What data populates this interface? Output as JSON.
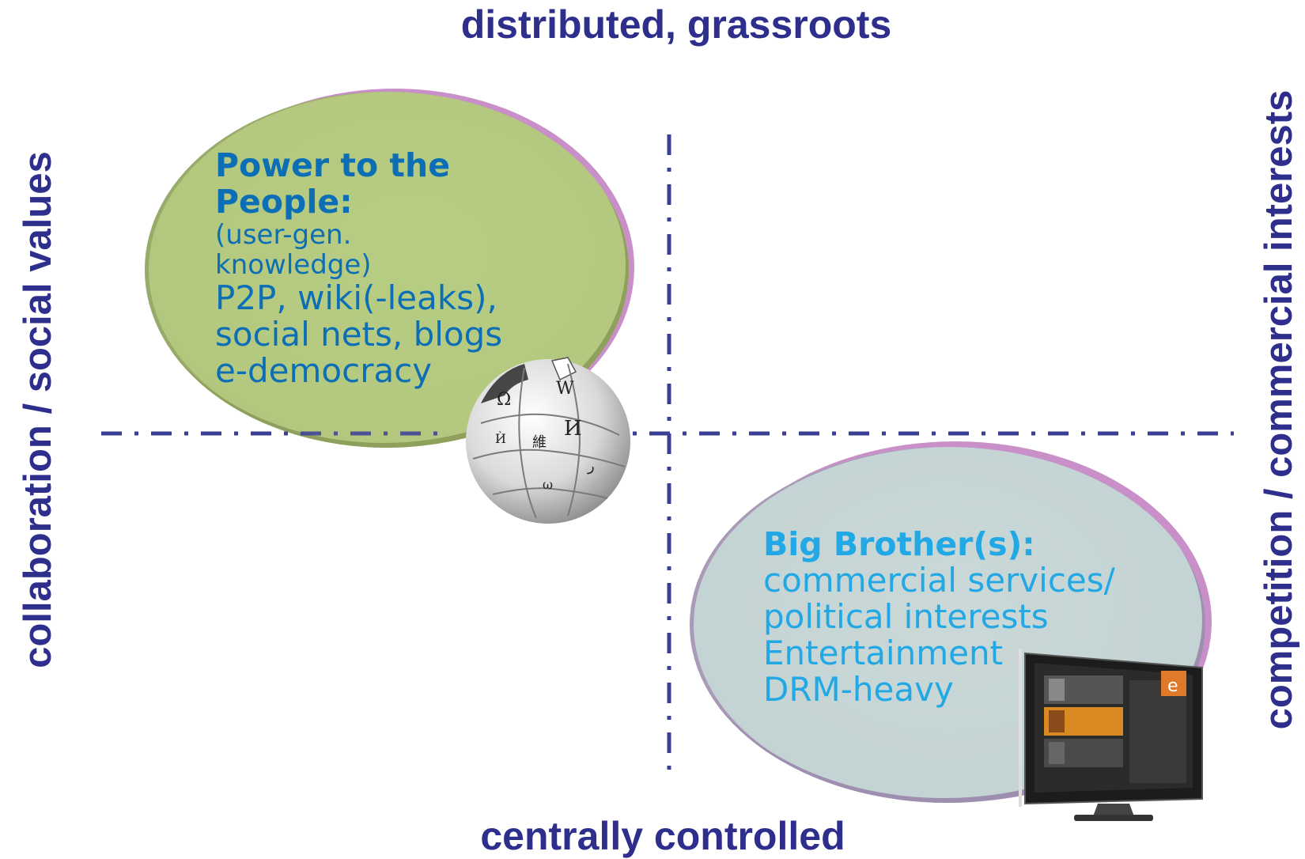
{
  "axes": {
    "top": "distributed, grassroots",
    "bottom": "centrally controlled",
    "left": "collaboration / social values",
    "right": "competition / commercial interests"
  },
  "quadrants": {
    "top_left": {
      "heading_line1": "Power to the",
      "heading_line2": "People:",
      "sub_line1": "(user-gen.",
      "sub_line2": "knowledge)",
      "lines": [
        "P2P, wiki(-leaks),",
        "social nets, blogs",
        "e-democracy"
      ],
      "fill": "#b5cb82",
      "edge": "#8a9a58",
      "icon": "wikipedia-globe-icon"
    },
    "bottom_right": {
      "heading": "Big Brother(s):",
      "lines": [
        "commercial services/",
        "political interests",
        "Entertainment",
        "DRM-heavy"
      ],
      "fill": "#c8d6d6",
      "edge": "#9a8ba8",
      "icon": "television-icon"
    }
  },
  "colors": {
    "axis_text": "#2e2f8c",
    "axis_line": "#3a3f96",
    "top_left_text": "#0c6fb6",
    "bottom_right_text": "#22a8e4"
  }
}
